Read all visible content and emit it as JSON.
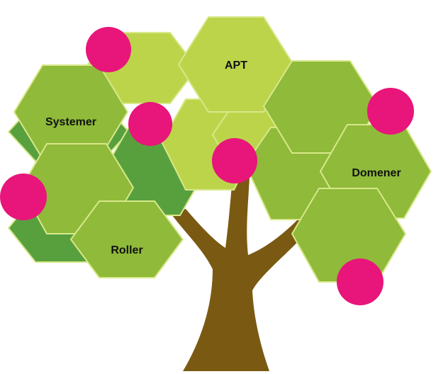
{
  "labels": {
    "apt": "APT",
    "systemer": "Systemer",
    "domener": "Domener",
    "roller": "Roller"
  },
  "colors": {
    "trunk": "#7a5a12",
    "hex_light": "#bcd44a",
    "hex_mid": "#8fba3a",
    "hex_dark": "#58a03e",
    "hex_stroke": "#d8e88a",
    "berry": "#e8157a",
    "label_text": "#111111"
  }
}
